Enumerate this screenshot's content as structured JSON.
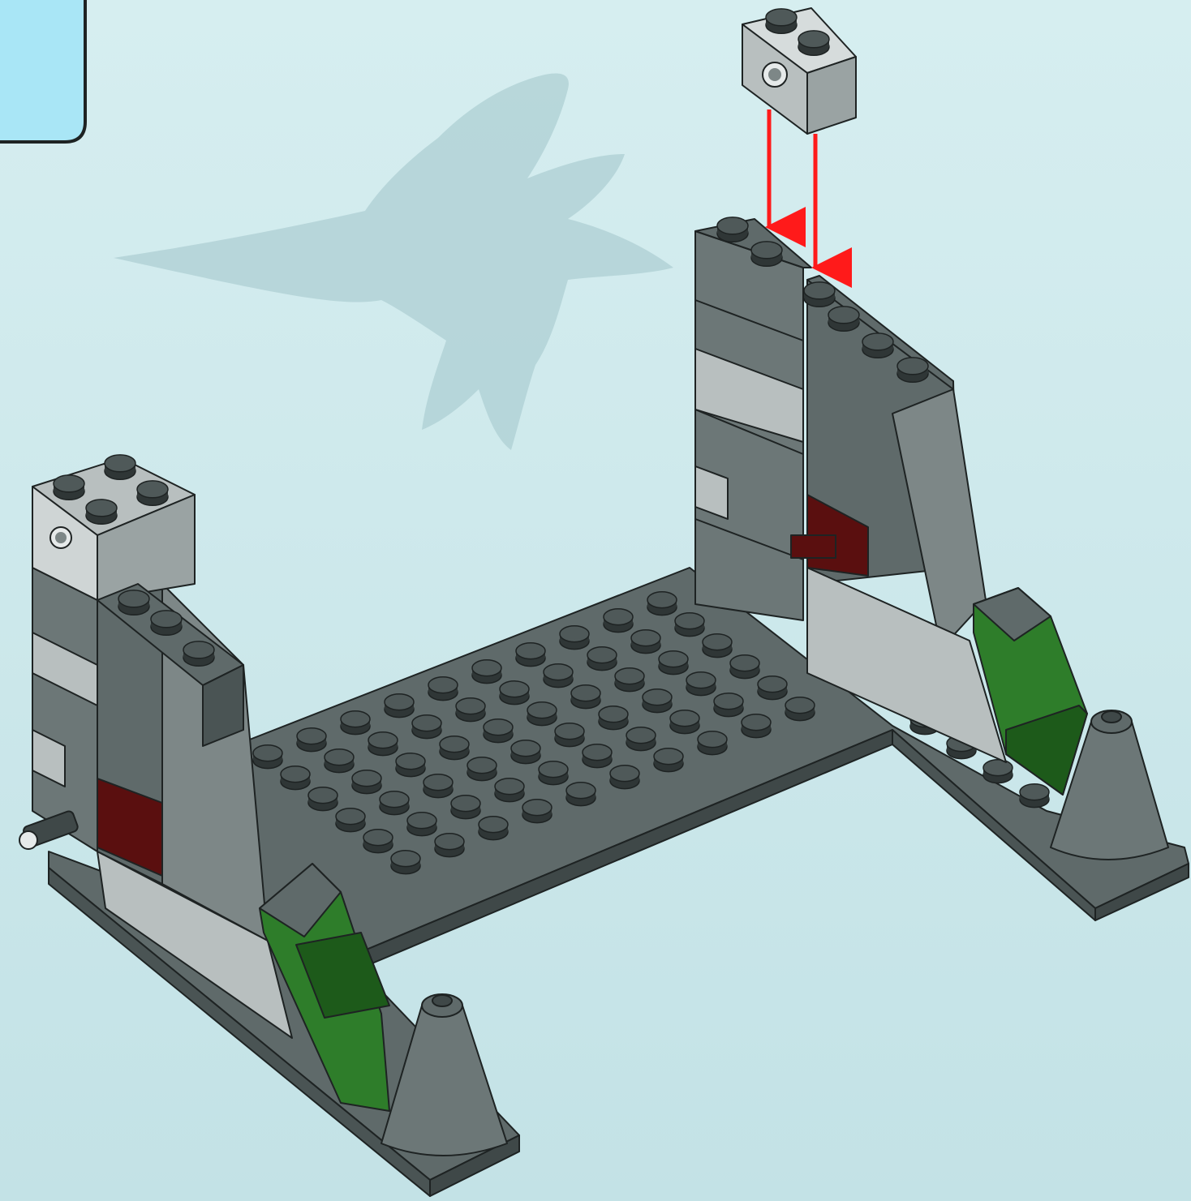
{
  "scene": {
    "description_free": true,
    "colors": {
      "background_top": "#d6eef0",
      "background_bottom": "#c3e2e6",
      "dragon_watermark": "#a9cfd3",
      "step_box": "#a9e6f6",
      "dark_grey": "#5f6a6a",
      "dark_grey_light": "#7d8787",
      "dark_grey_dark": "#3f4848",
      "light_grey": "#b8bfbf",
      "light_grey_shade": "#9aa3a3",
      "green": "#2e7d2a",
      "green_dark": "#1d5a1a",
      "dark_red": "#5a0f0f",
      "arrow": "#ff1a1a",
      "outline": "#1e2323"
    },
    "parts": [
      {
        "name": "new-brick-1x2-technic",
        "color": "light_grey"
      },
      {
        "name": "baseplate-studs",
        "color": "dark_grey"
      },
      {
        "name": "left-wall",
        "color": "dark_grey"
      },
      {
        "name": "right-wall",
        "color": "dark_grey"
      },
      {
        "name": "green-slopes",
        "color": "green"
      },
      {
        "name": "cones",
        "color": "dark_grey"
      }
    ]
  }
}
